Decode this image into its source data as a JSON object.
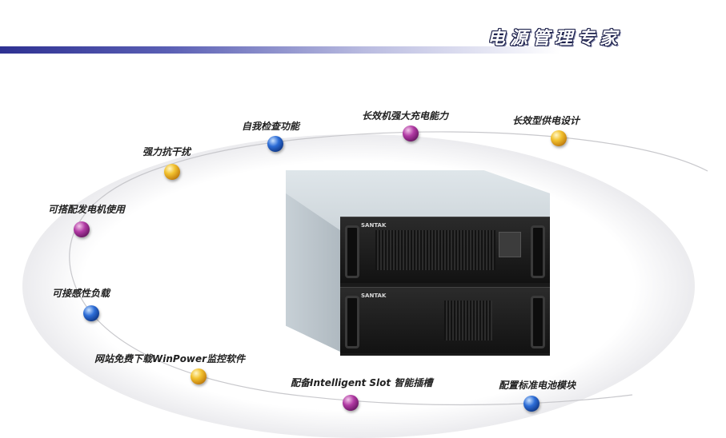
{
  "header": {
    "title": "电源管理专家",
    "bar_gradient": [
      "#2e3192",
      "#b9bbe0",
      "#ffffff"
    ]
  },
  "product": {
    "brand_lower": "SANTAK"
  },
  "features": [
    {
      "id": "anti-interference",
      "label": "强力抗干扰",
      "ball_color": "gold"
    },
    {
      "id": "self-check",
      "label": "自我检查功能",
      "ball_color": "blue"
    },
    {
      "id": "long-charge",
      "label": "长效机强大充电能力",
      "ball_color": "purple"
    },
    {
      "id": "long-supply",
      "label": "长效型供电设计",
      "ball_color": "gold"
    },
    {
      "id": "generator",
      "label": "可搭配发电机使用",
      "ball_color": "purple"
    },
    {
      "id": "inductive-load",
      "label": "可接感性负载",
      "ball_color": "blue"
    },
    {
      "id": "winpower",
      "label": "网站免费下载WinPower监控软件",
      "ball_color": "gold"
    },
    {
      "id": "intelligent-slot",
      "label": "配备Intelligent Slot 智能插槽",
      "ball_color": "purple"
    },
    {
      "id": "battery-module",
      "label": "配置标准电池模块",
      "ball_color": "blue"
    }
  ],
  "colors": {
    "gold": "#f2c230",
    "purple": "#b13aa4",
    "blue": "#2c6cd6",
    "orbit_line": "#c8c8cc"
  }
}
